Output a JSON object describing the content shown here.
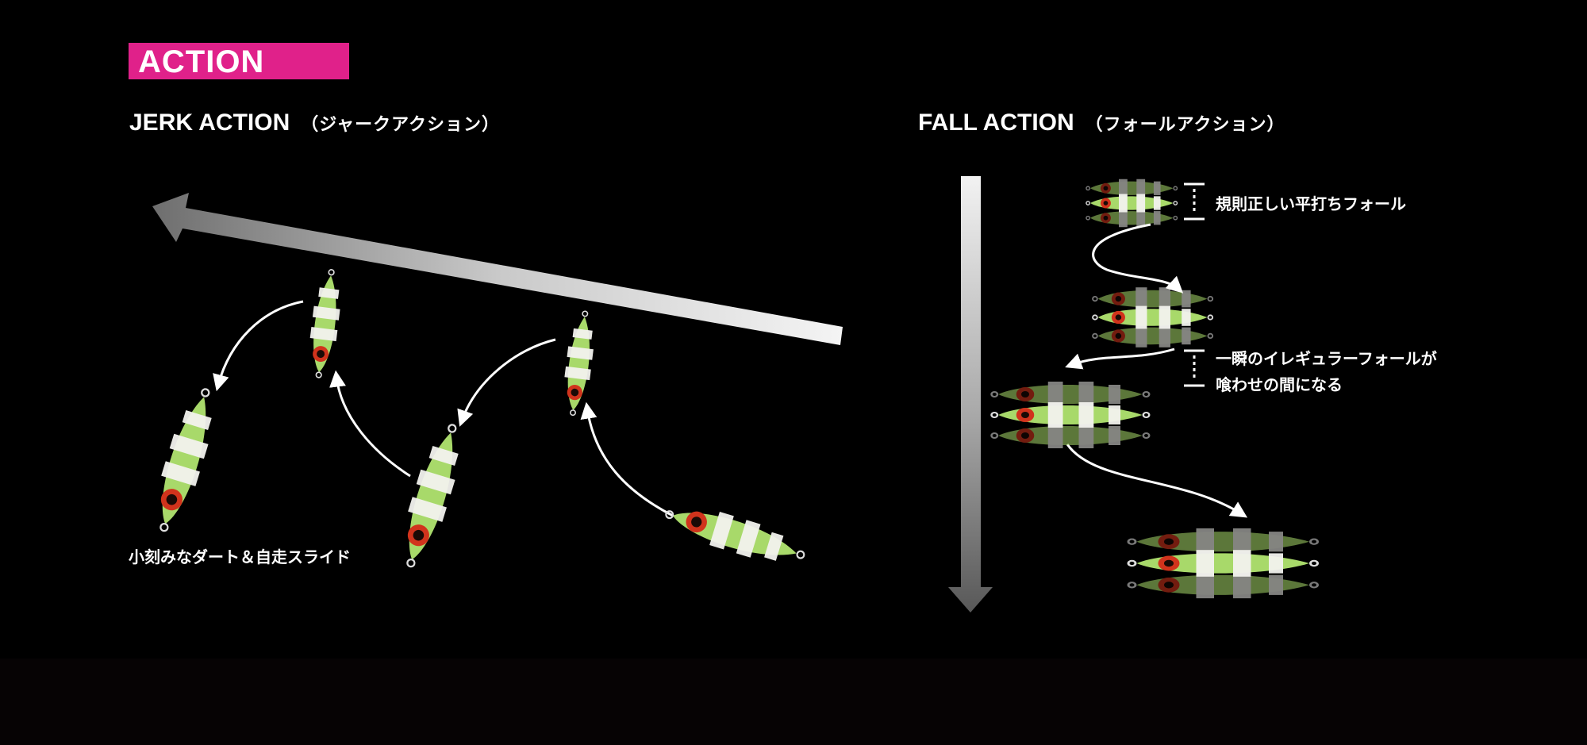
{
  "badge": {
    "text": "ACTION"
  },
  "jerk": {
    "title": "JERK ACTION",
    "subtitle": "（ジャークアクション）",
    "caption": "小刻みなダート＆自走スライド"
  },
  "fall": {
    "title": "FALL ACTION",
    "subtitle": "（フォールアクション）",
    "note1": "規則正しい平打ちフォール",
    "note2_line1": "一瞬のイレギュラーフォールが",
    "note2_line2": "喰わせの間になる"
  },
  "colors": {
    "accent": "#e0218a",
    "lure_green": "#a8d96a",
    "lure_white": "#f2f2ee",
    "eye": "#d1331c"
  }
}
